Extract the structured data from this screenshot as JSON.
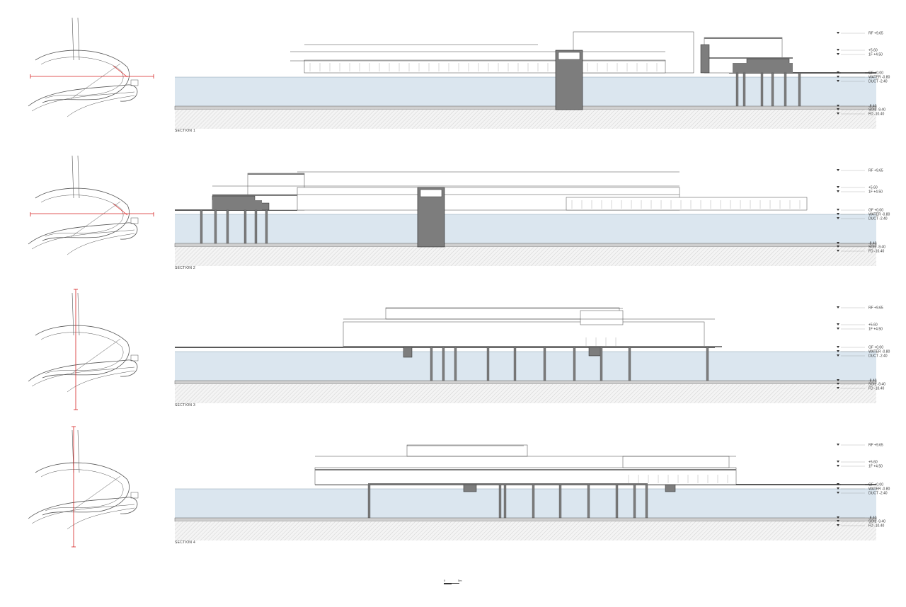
{
  "sheet": {
    "sections": [
      {
        "title": "SECTION 1"
      },
      {
        "title": "SECTION 2"
      },
      {
        "title": "SECTION 3"
      },
      {
        "title": "SECTION 4"
      }
    ],
    "levels": [
      {
        "label": "RF +9.65"
      },
      {
        "label": "+5.60"
      },
      {
        "label": "1F +4.50"
      },
      {
        "label": "GF +0.00"
      },
      {
        "label": "WATER -0.80"
      },
      {
        "label": "DUCT -2.40"
      },
      {
        "label": "-8.40"
      },
      {
        "label": "SOIL -9.40"
      },
      {
        "label": "FD -10.40"
      }
    ],
    "scale_bar": {
      "start": "0",
      "end": "5m"
    },
    "colors": {
      "water": "#dbe6ef",
      "cut": "#7d7d7d",
      "section_line": "#d62020",
      "line": "#444444"
    }
  }
}
